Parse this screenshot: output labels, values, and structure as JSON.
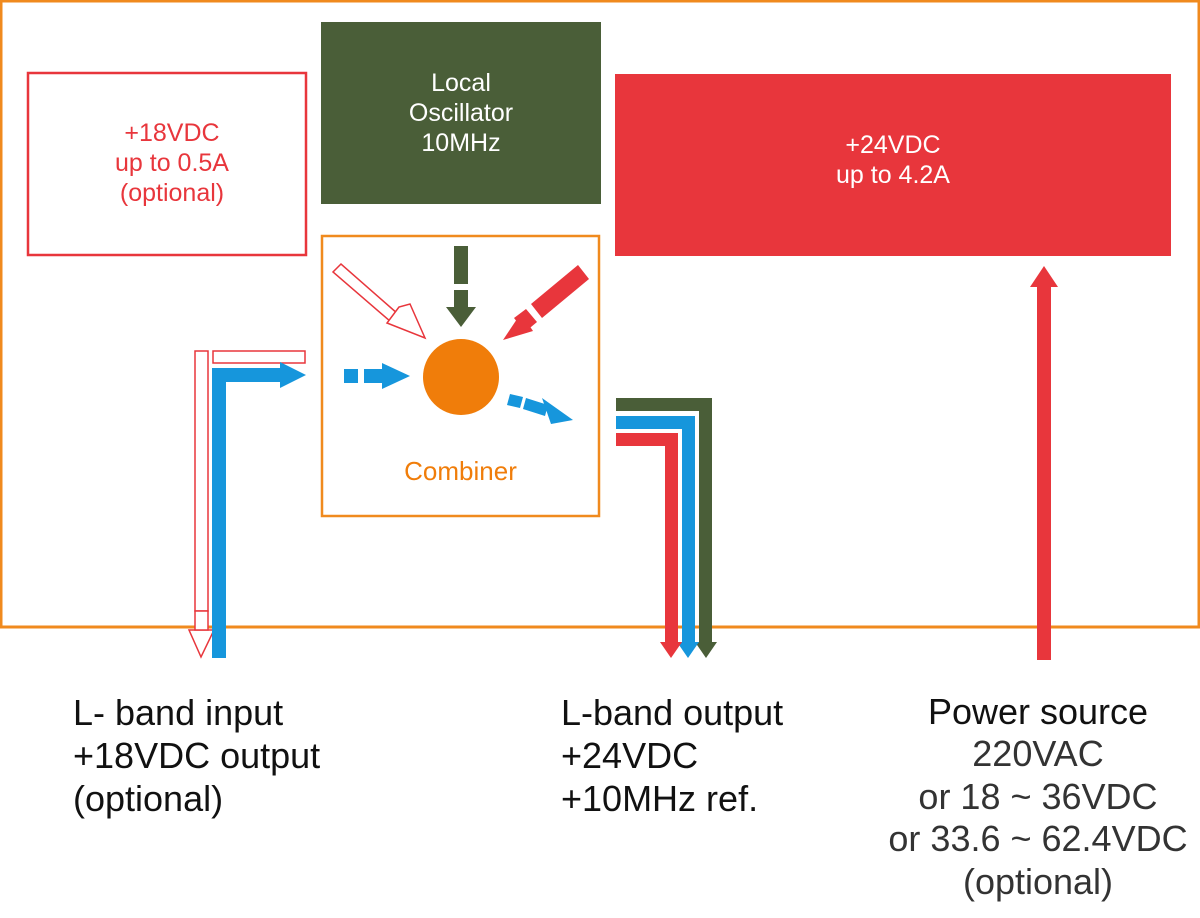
{
  "colors": {
    "enclosure": "#F08A1E",
    "red": "#E8363C",
    "blue": "#1696DC",
    "green": "#4A5E38",
    "orange": "#F07D0A",
    "white": "#FFFFFF",
    "text_dark": "#111111"
  },
  "boxes": {
    "dc18": {
      "line1": "+18VDC",
      "line2": "up to 0.5A",
      "line3": "(optional)"
    },
    "lo": {
      "line1": "Local",
      "line2": "Oscillator",
      "line3": "10MHz"
    },
    "dc24": {
      "line1": "+24VDC",
      "line2": "up to 4.2A"
    },
    "combiner": {
      "label": "Combiner"
    }
  },
  "labels": {
    "input": {
      "line1": "L- band input",
      "line2": "+18VDC output",
      "line3": "(optional)"
    },
    "output": {
      "line1": "L-band output",
      "line2": "+24VDC",
      "line3": "+10MHz ref."
    },
    "power": {
      "line1": "Power source",
      "line2": "220VAC",
      "line3": "or 18 ~ 36VDC",
      "line4": "or 33.6 ~ 62.4VDC",
      "line5": "(optional)"
    }
  }
}
